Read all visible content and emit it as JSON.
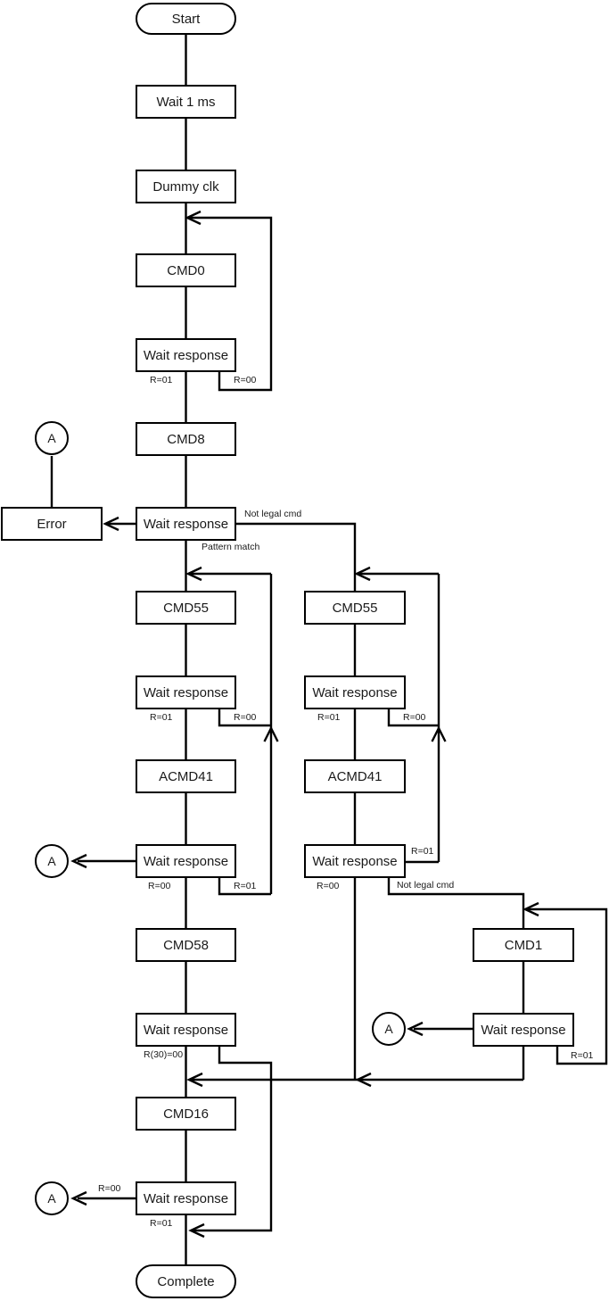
{
  "diagram": {
    "description": "SD card SPI-mode initialization flowchart",
    "colors": {
      "background": "#ffffff",
      "line": "#000000",
      "text": "#1a1a1a"
    },
    "nodes": {
      "start": "Start",
      "wait_1ms": "Wait 1 ms",
      "dummy_clk": "Dummy clk",
      "cmd0": "CMD0",
      "wait_resp_cmd0": "Wait response",
      "cmd8": "CMD8",
      "wait_resp_cmd8": "Wait response",
      "error": "Error",
      "cmd55_left": "CMD55",
      "wait_resp_cmd55_left": "Wait response",
      "acmd41_left": "ACMD41",
      "wait_resp_acmd41_left": "Wait response",
      "cmd58": "CMD58",
      "wait_resp_cmd58": "Wait response",
      "cmd16": "CMD16",
      "wait_resp_cmd16": "Wait response",
      "complete": "Complete",
      "cmd55_right": "CMD55",
      "wait_resp_cmd55_right": "Wait response",
      "acmd41_right": "ACMD41",
      "wait_resp_acmd41_right": "Wait response",
      "cmd1": "CMD1",
      "wait_resp_cmd1": "Wait response",
      "connector_a": "A"
    },
    "edge_labels": {
      "cmd0_r01": "R=01",
      "cmd0_r00": "R=00",
      "cmd8_not_legal": "Not legal cmd",
      "cmd8_pattern_match": "Pattern match",
      "cmd55_left_r01": "R=01",
      "cmd55_left_r00": "R=00",
      "cmd55_right_r01": "R=01",
      "cmd55_right_r00": "R=00",
      "acmd41_left_r00": "R=00",
      "acmd41_left_r01": "R=01",
      "acmd41_right_r00": "R=00",
      "acmd41_right_r01": "R=01",
      "acmd41_right_not_legal": "Not legal cmd",
      "cmd58_r30": "R(30)=00",
      "cmd1_r01": "R=01",
      "cmd16_r00": "R=00",
      "cmd16_r01": "R=01"
    }
  }
}
